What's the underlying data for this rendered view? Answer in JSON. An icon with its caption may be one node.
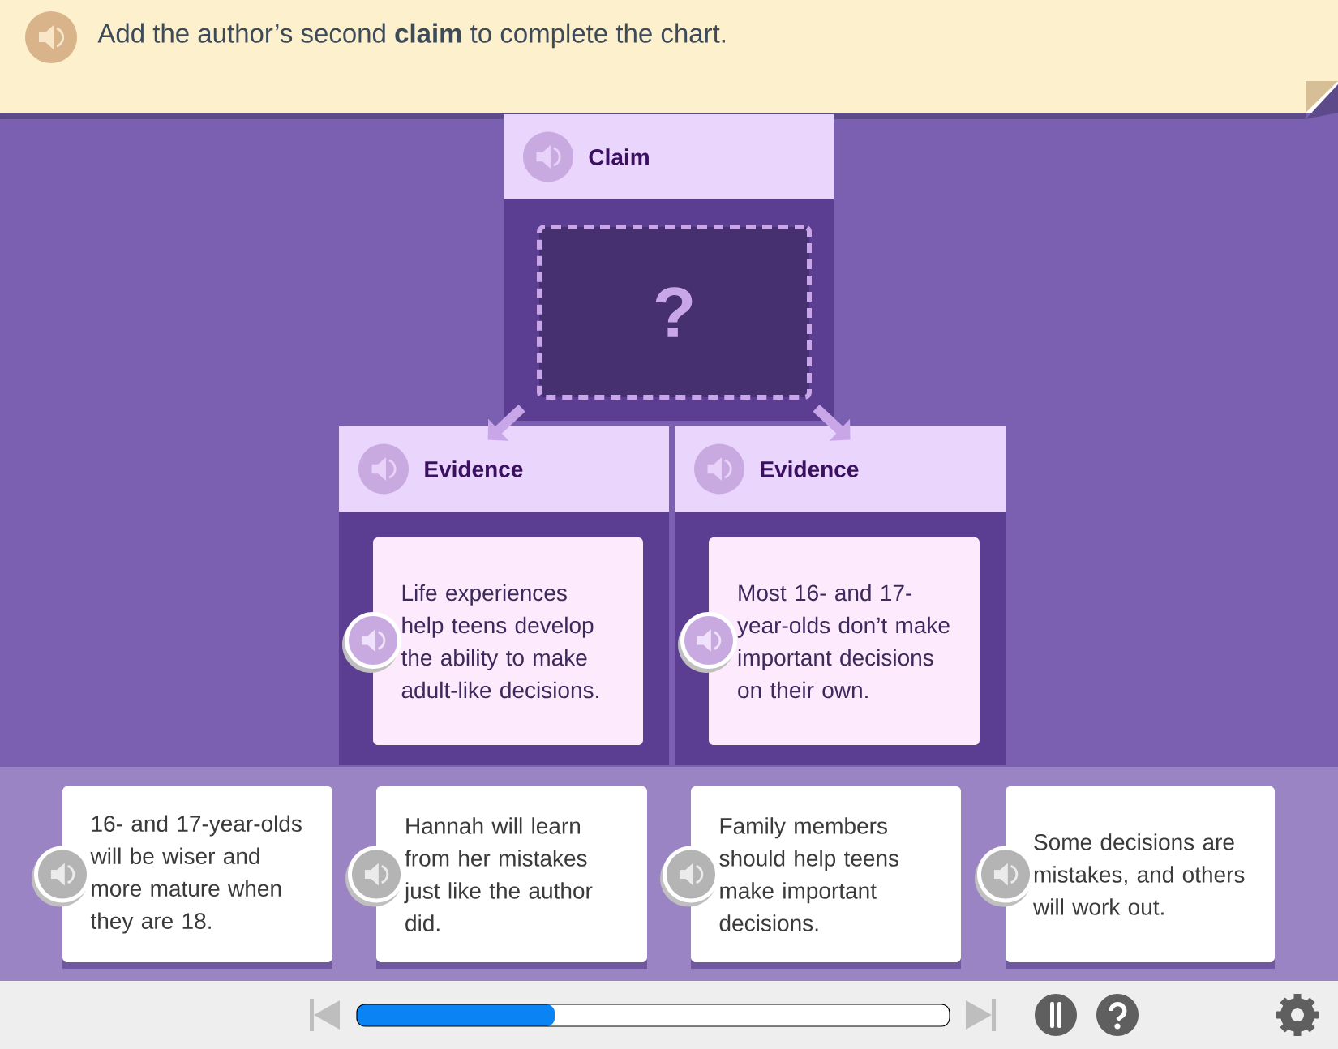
{
  "diagram": {
    "title": "Add the author’s second **claim** to complete the chart.",
    "nodes": [
      {
        "text": [
          "Claim"
        ]
      },
      {
        "text": [
          "?"
        ],
        "in": 0
      },
      {
        "text": [
          "Evidence"
        ]
      },
      {
        "text": [
          "Life experiences help teens develop the ability to make adult-like decisions."
        ],
        "in": 2
      },
      {
        "text": [
          "Evidence"
        ]
      },
      {
        "text": [
          "Most 16- and 17-year-olds don’t make important decisions on their own."
        ],
        "in": 4
      },
      {
        "text": [
          "16- and 17-year-olds will be wiser and more mature when they are 18."
        ]
      },
      {
        "text": [
          "Hannah will learn from her mistakes just like the author did."
        ]
      },
      {
        "text": [
          "Family members should help teens make important decisions."
        ]
      },
      {
        "text": [
          "Some decisions are mistakes, and others will work out."
        ]
      }
    ],
    "edges": [
      {
        "from": 0,
        "to": 2,
        "arrow": "to"
      },
      {
        "from": 0,
        "to": 4,
        "arrow": "to"
      }
    ]
  }
}
